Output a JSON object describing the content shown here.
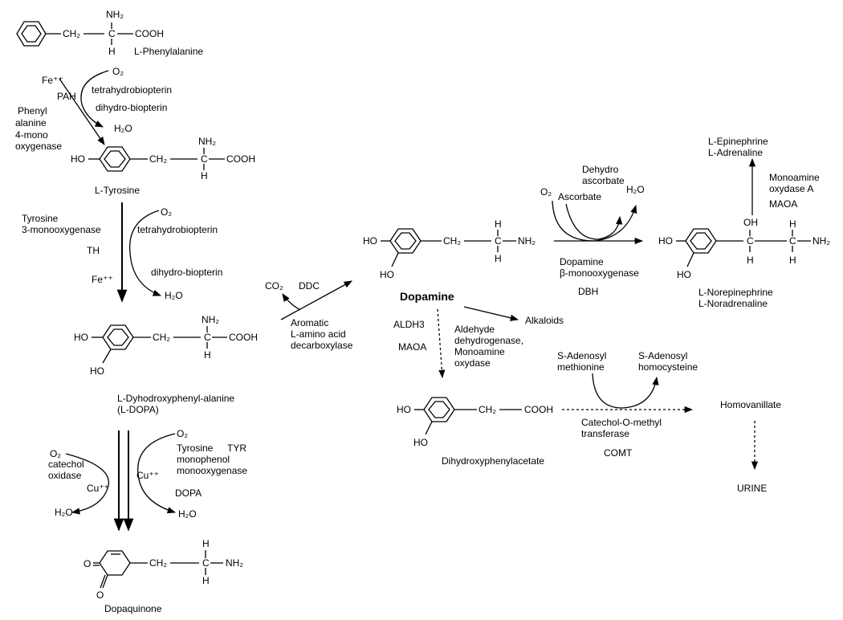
{
  "compounds": {
    "phenylalanine": "L-Phenylalanine",
    "tyrosine": "L-Tyrosine",
    "ldopa_1": "L-Dyhodroxyphenyl-alanine",
    "ldopa_2": "(L-DOPA)",
    "dopaquinone": "Dopaquinone",
    "dopamine": "Dopamine",
    "norepinephrine_1": "L-Norepinephrine",
    "norepinephrine_2": "L-Noradrenaline",
    "epinephrine_1": "L-Epinephrine",
    "epinephrine_2": "L-Adrenaline",
    "dopac": "Dihydroxyphenylacetate",
    "homovanillate": "Homovanillate",
    "urine": "URINE",
    "alkaloids": "Alkaloids"
  },
  "groups": {
    "nh2": "NH₂",
    "ho": "HO",
    "oh": "OH",
    "h": "H",
    "c": "C",
    "cooh": "COOH",
    "ch2": "CH₂",
    "o": "O"
  },
  "cofactors": {
    "o2": "O₂",
    "h2o": "H₂O",
    "co2": "CO₂",
    "fe": "Fe⁺⁺",
    "cu": "Cu⁺⁺",
    "thb": "tetrahydrobiopterin",
    "dhb": "dihydro-biopterin",
    "ascorbate": "Ascorbate",
    "dehydro_1": "Dehydro",
    "dehydro_2": "ascorbate",
    "sam_1": "S-Adenosyl",
    "sam_2": "methionine",
    "sah_1": "S-Adenosyl",
    "sah_2": "homocysteine"
  },
  "enzymes": {
    "pah": "PAH",
    "pah_1": "Phenyl",
    "pah_2": "alanine",
    "pah_3": "4-mono",
    "pah_4": "oxygenase",
    "th_1": "Tyrosine",
    "th_2": "3-monooxygenase",
    "th": "TH",
    "ddc": "DDC",
    "ddc_1": "Aromatic",
    "ddc_2": "L-amino acid",
    "ddc_3": "decarboxylase",
    "dbh_1": "Dopamine",
    "dbh_2": "β-monooxygenase",
    "dbh": "DBH",
    "maoa_1": "Monoamine",
    "maoa_2": "oxydase A",
    "maoa": "MAOA",
    "aldh3": "ALDH3",
    "maoa_left": "MAOA",
    "aldh_1": "Aldehyde",
    "aldh_2": "dehydrogenase,",
    "aldh_3": "Monoamine",
    "aldh_4": "oxydase",
    "comt_1": "Catechol-O-methyl",
    "comt_2": "transferase",
    "comt": "COMT",
    "catox_1": "catechol",
    "catox_2": "oxidase",
    "tyr_1": "Tyrosine",
    "tyr_2": "TYR",
    "tyr_3": "monophenol",
    "tyr_4": "monooxygenase",
    "tyr_5": "DOPA"
  }
}
